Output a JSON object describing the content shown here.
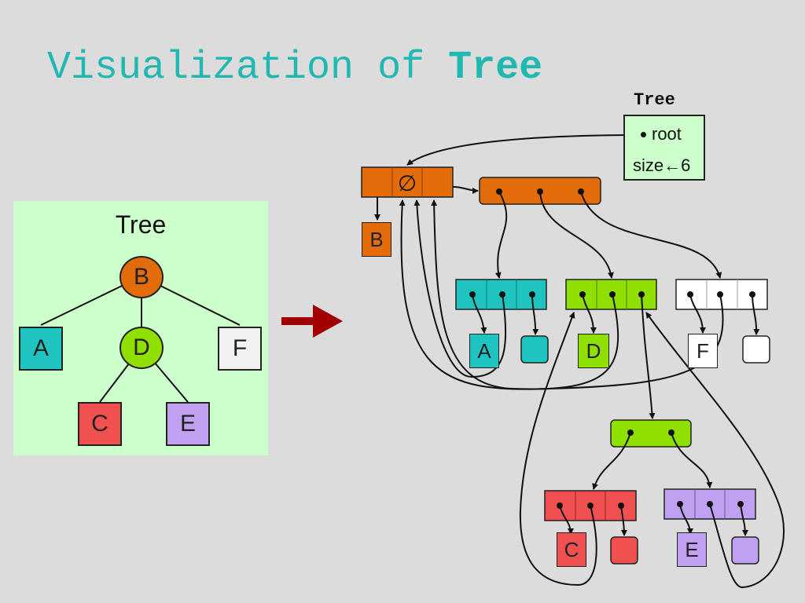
{
  "slide": {
    "title_plain": "Visualization of ",
    "title_bold": "Tree"
  },
  "tree_panel": {
    "title": "Tree",
    "nodes": {
      "B": "B",
      "A": "A",
      "D": "D",
      "F": "F",
      "C": "C",
      "E": "E"
    }
  },
  "structure": {
    "label": "Tree",
    "root_field": "root",
    "size_field": "size←6"
  },
  "memory": {
    "null_symbol": "∅",
    "labels": {
      "B": "B",
      "A": "A",
      "D": "D",
      "F": "F",
      "C": "C",
      "E": "E"
    }
  },
  "colors": {
    "background": "#dcdcdc",
    "title": "#20b8b0",
    "panel": "#ccffcc",
    "B": "#e36c0a",
    "A": "#1fc4c0",
    "D": "#8fe000",
    "F": "#ffffff",
    "C": "#f05050",
    "E": "#c0a0f0",
    "arrow": "#a00000"
  }
}
